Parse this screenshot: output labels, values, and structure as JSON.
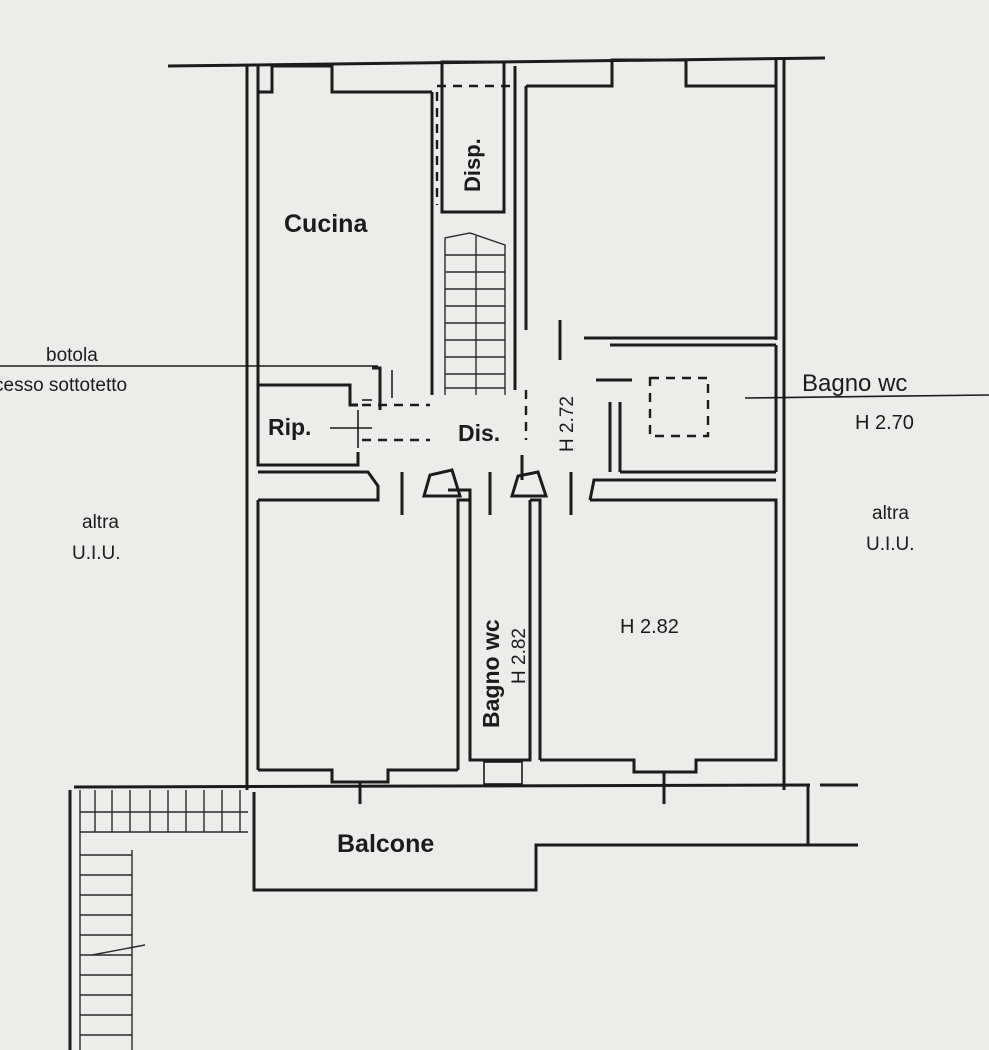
{
  "plan": {
    "rooms": {
      "cucina": "Cucina",
      "disp": "Disp.",
      "rip": "Rip.",
      "dis": "Dis.",
      "bagno_right": "Bagno wc",
      "bagno_center": "Bagno wc",
      "balcone": "Balcone"
    },
    "heights": {
      "corridor": "H 2.72",
      "bagno_right": "H 2.70",
      "bagno_center": "H 2.82",
      "room_right": "H 2.82"
    },
    "annotations": {
      "botola_line1": "botola",
      "botola_line2": "cesso sottotetto",
      "left_line1": "altra",
      "left_line2": "U.I.U.",
      "right_line1": "altra",
      "right_line2": "U.I.U."
    }
  }
}
